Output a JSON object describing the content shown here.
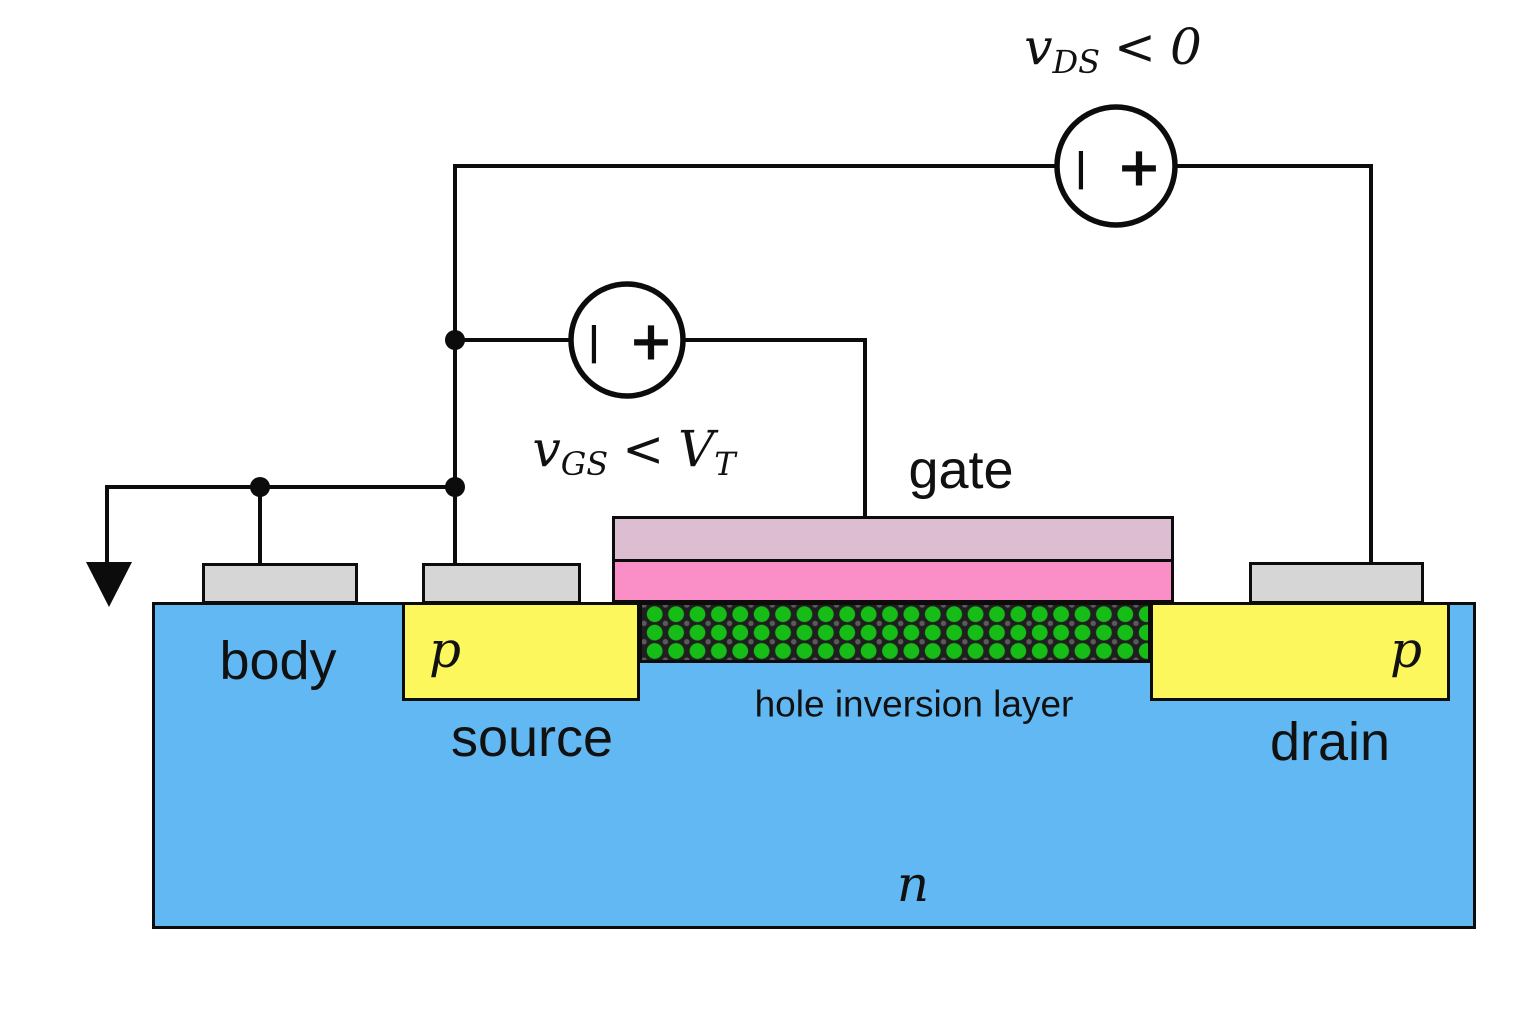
{
  "colors": {
    "substrate-blue": "#62b8f2",
    "p-yellow": "#fbf75c",
    "gate-mauve": "#dcbdd1",
    "oxide-pink": "#f98fc6",
    "contact-gray": "#d6d6d6",
    "hole-green": "#17bd17",
    "inversion-dark": "#1f1f1f",
    "wire-black": "#0c0c0c",
    "text-black": "#111111"
  },
  "labels": {
    "body": "body",
    "source": "source",
    "drain": "drain",
    "gate": "gate",
    "substrate": "n",
    "source_region": "p",
    "drain_region": "p",
    "inversion": "hole inversion layer"
  },
  "equations": {
    "vds": {
      "v": "v",
      "sub": "DS",
      "lt": "<",
      "rhs": "0"
    },
    "vgs": {
      "v": "v",
      "sub": "GS",
      "lt": "<",
      "V": "V",
      "vsub": "T"
    }
  },
  "sources": {
    "vds": {
      "minus": "|",
      "plus": "+"
    },
    "vgs": {
      "minus": "|",
      "plus": "+"
    }
  }
}
